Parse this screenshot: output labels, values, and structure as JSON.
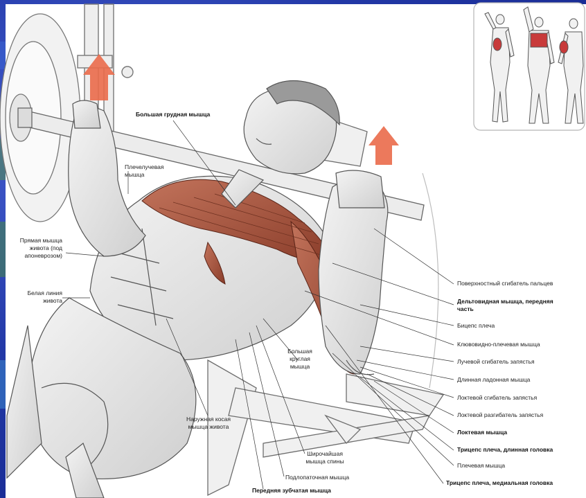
{
  "labels": {
    "pectoralis_major": "Большая грудная мышца",
    "brachioradialis": "Плечелучевая мышца",
    "rectus_abdominis": "Прямая мышца живота (под апоневрозом)",
    "linea_alba": "Белая линия живота",
    "flexor_superficialis": "Поверхностный сгибатель пальцев",
    "deltoid_anterior": "Дельтовидная мышца, передняя часть",
    "biceps": "Бицепс плеча",
    "coracobrachialis": "Клювовидно-плечевая мышца",
    "flexor_carpi_radialis": "Лучевой сгибатель запястья",
    "palmaris_longus": "Длинная ладонная мышца",
    "flexor_carpi_ulnaris": "Локтевой сгибатель запястья",
    "extensor_carpi_ulnaris": "Локтевой разгибатель запястья",
    "anconeus": "Локтевая мышца",
    "triceps_long": "Трицепс плеча, длинная головка",
    "brachialis": "Плечевая мышца",
    "triceps_medial": "Трицепс плеча, медиальная головка",
    "teres_major": "Большая круглая мышца",
    "external_oblique": "Наружная косая мышца живота",
    "latissimus_dorsi": "Широчайшая мышца спины",
    "subscapularis": "Подлопаточная мышца",
    "serratus_anterior": "Передняя зубчатая мышца"
  },
  "colors": {
    "muscle_highlight": "#a4533e",
    "arrow": "#e8583a",
    "background": "#1e3aa8",
    "panel": "#ffffff"
  }
}
